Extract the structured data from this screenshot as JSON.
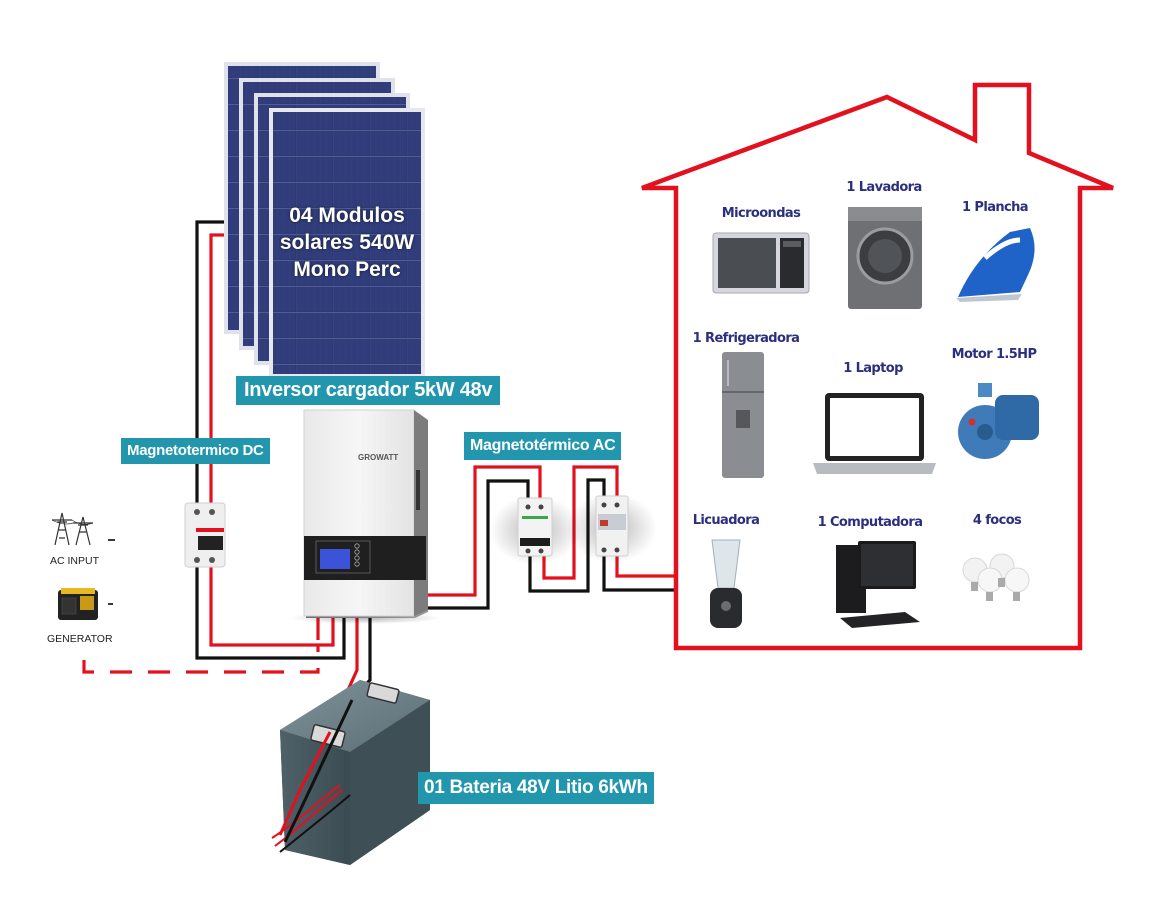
{
  "diagram": {
    "title": "Off-grid solar system diagram",
    "colors": {
      "label_bg": "#2196ad",
      "wire_positive": "#e3101e",
      "wire_negative": "#111111",
      "house_outline": "#e3101e",
      "appliance_text": "#2b2f7e",
      "panel_blue": "#27336b"
    },
    "solar_panels": {
      "count": 4,
      "label_lines": [
        "04 Modulos",
        "solares 540W",
        "Mono Perc"
      ]
    },
    "inverter": {
      "label": "Inversor cargador 5kW 48v",
      "brand": "GROWATT"
    },
    "dc_breaker": {
      "label": "Magnetotermico DC"
    },
    "ac_breaker": {
      "label": "Magnetotérmico AC"
    },
    "battery": {
      "label": "01 Bateria 48V Litio 6kWh"
    },
    "ac_sources": [
      {
        "label": "AC INPUT",
        "icon": "power-tower-icon",
        "dash": "-"
      },
      {
        "label": "GENERATOR",
        "icon": "generator-icon",
        "dash": "-"
      }
    ],
    "house": {
      "appliances": [
        {
          "label": "Microondas",
          "icon": "microwave-icon"
        },
        {
          "label": "1 Lavadora",
          "icon": "washing-machine-icon"
        },
        {
          "label": "1 Plancha",
          "icon": "iron-icon"
        },
        {
          "label": "1 Refrigeradora",
          "icon": "refrigerator-icon"
        },
        {
          "label": "1 Laptop",
          "icon": "laptop-icon"
        },
        {
          "label": "Motor 1.5HP",
          "icon": "water-pump-icon"
        },
        {
          "label": "Licuadora",
          "icon": "blender-icon"
        },
        {
          "label": "1 Computadora",
          "icon": "desktop-computer-icon"
        },
        {
          "label": "4 focos",
          "icon": "light-bulbs-icon"
        }
      ]
    }
  }
}
